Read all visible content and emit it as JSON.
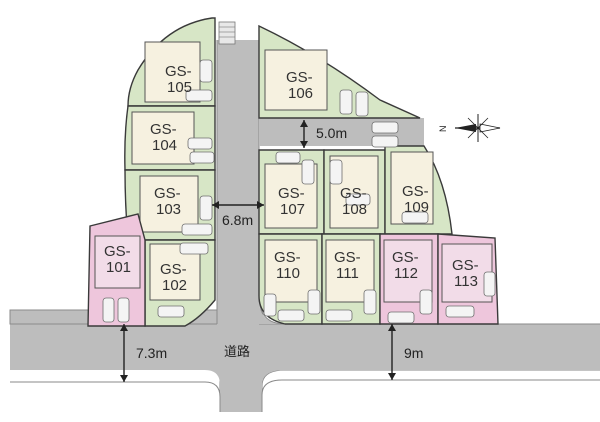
{
  "map": {
    "road_label": "道路",
    "dimensions": {
      "private_road_width": "6.8m",
      "branch_road_width": "5.0m",
      "road_left_width": "7.3m",
      "road_right_width": "9m"
    },
    "lots": [
      {
        "id": "GS-101",
        "line1": "GS-",
        "line2": "101",
        "color": "pink"
      },
      {
        "id": "GS-102",
        "line1": "GS-",
        "line2": "102",
        "color": "green"
      },
      {
        "id": "GS-103",
        "line1": "GS-",
        "line2": "103",
        "color": "green"
      },
      {
        "id": "GS-104",
        "line1": "GS-",
        "line2": "104",
        "color": "green"
      },
      {
        "id": "GS-105",
        "line1": "GS-",
        "line2": "105",
        "color": "green"
      },
      {
        "id": "GS-106",
        "line1": "GS-",
        "line2": "106",
        "color": "green"
      },
      {
        "id": "GS-107",
        "line1": "GS-",
        "line2": "107",
        "color": "green"
      },
      {
        "id": "GS-108",
        "line1": "GS-",
        "line2": "108",
        "color": "green"
      },
      {
        "id": "GS-109",
        "line1": "GS-",
        "line2": "109",
        "color": "green"
      },
      {
        "id": "GS-110",
        "line1": "GS-",
        "line2": "110",
        "color": "green"
      },
      {
        "id": "GS-111",
        "line1": "GS-",
        "line2": "111",
        "color": "green"
      },
      {
        "id": "GS-112",
        "line1": "GS-",
        "line2": "112",
        "color": "pink"
      },
      {
        "id": "GS-113",
        "line1": "GS-",
        "line2": "113",
        "color": "pink"
      }
    ],
    "compass": {
      "north_label": "N"
    },
    "colors": {
      "lot_green": "#d7e6c6",
      "lot_pink": "#eec6dc",
      "road": "#bdbdbd",
      "house": "#f6f1e0",
      "outline": "#3a3a3a"
    }
  }
}
